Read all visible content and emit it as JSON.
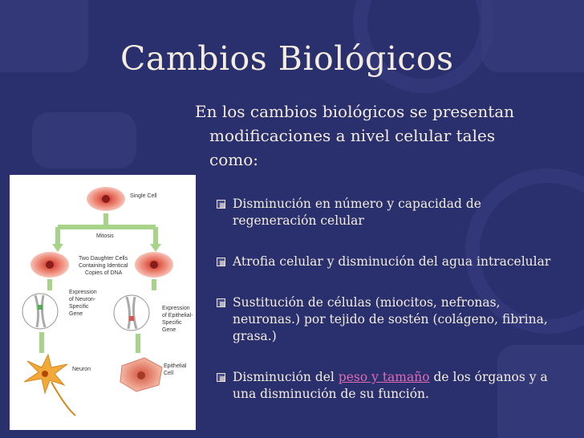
{
  "title": "Cambios Biológicos",
  "intro": {
    "line1": "En los cambios biológicos  se presentan",
    "line2": "modificaciones  a  nivel  celular  tales",
    "line3": "como:"
  },
  "figure": {
    "single_cell": "Single Cell",
    "mitosis": "Mitosis",
    "daughter_1": "Two Daughter Cells",
    "daughter_2": "Containing Identical",
    "daughter_3": "Copies of DNA",
    "expr_neuron_1": "Expression",
    "expr_neuron_2": "of Neuron-",
    "expr_neuron_3": "Specific",
    "expr_neuron_4": "Gene",
    "expr_epi_1": "Expression",
    "expr_epi_2": "of Epithelial-",
    "expr_epi_3": "Specific",
    "expr_epi_4": "Gene",
    "neuron": "Neuron",
    "epi_1": "Epithelial",
    "epi_2": "Cell"
  },
  "bullets": [
    {
      "text": "Disminución en número y capacidad de regeneración celular"
    },
    {
      "text": "Atrofia celular y disminución del agua intracelular"
    },
    {
      "text": "Sustitución de células (miocitos, nefronas, neuronas.)  por tejido de  sostén (colágeno, fibrina,  grasa.)"
    },
    {
      "pre": "Disminución del ",
      "link": "peso y tamaño",
      "post": " de los órganos y a una disminución de su función."
    }
  ],
  "colors": {
    "background": "#2a2f6e",
    "text": "#f4eddf",
    "link": "#e06bb4"
  }
}
